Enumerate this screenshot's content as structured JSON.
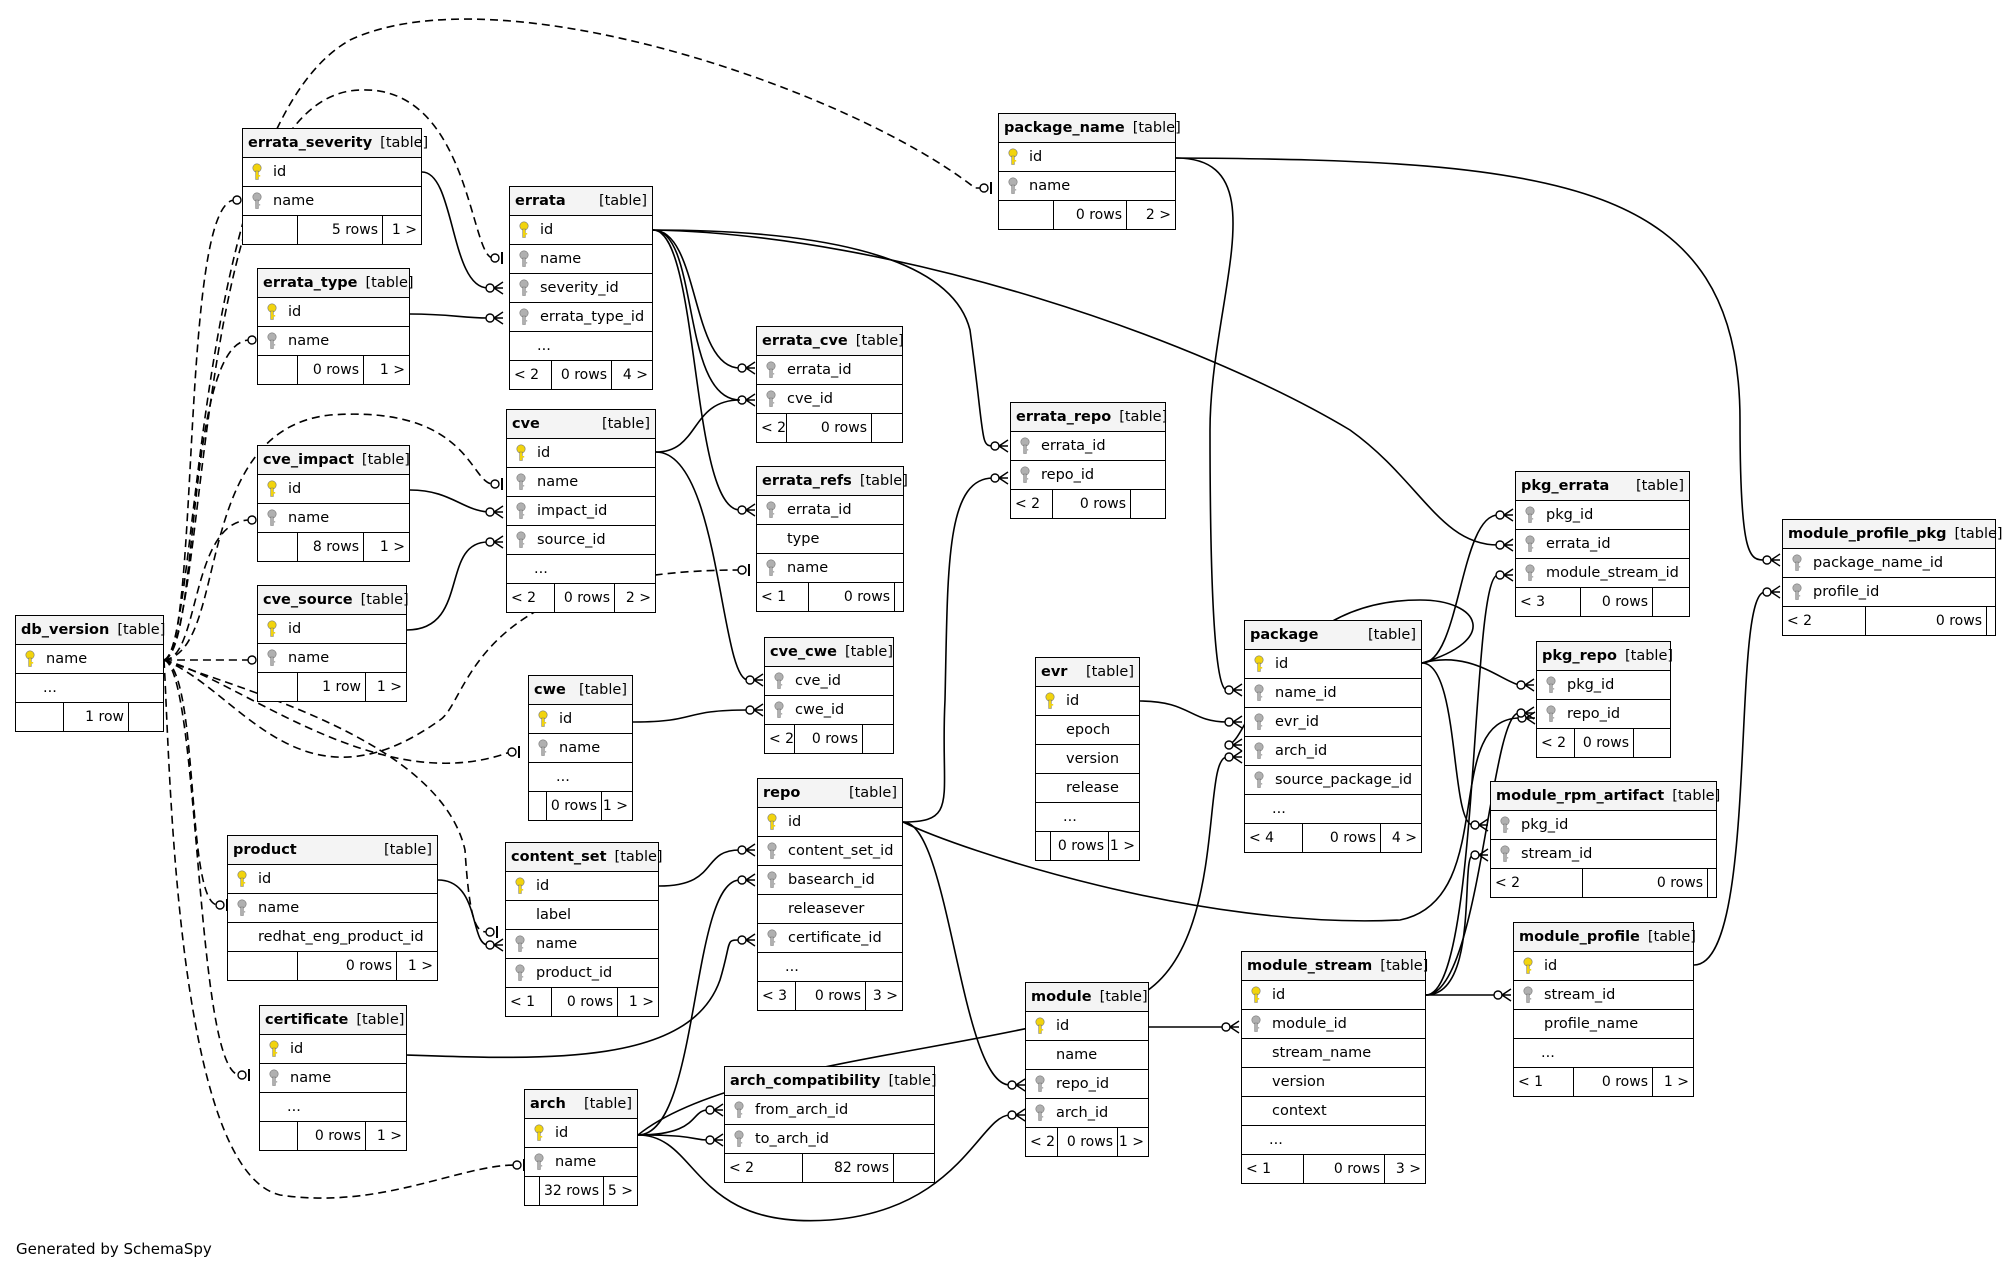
{
  "credit": "Generated by SchemaSpy",
  "colors": {
    "primary_key": "#f2d40d",
    "foreign_key": "#b0b0b0",
    "line": "#000000",
    "header_bg": "#f4f4f4"
  },
  "tables": [
    {
      "name": "errata_severity",
      "type": "[table]",
      "columns": [
        {
          "name": "id",
          "icon": "primary-key"
        },
        {
          "name": "name",
          "icon": "foreign-key"
        }
      ],
      "footer": {
        "parents": "",
        "rows": "5 rows",
        "children": "1 >"
      }
    },
    {
      "name": "errata_type",
      "type": "[table]",
      "columns": [
        {
          "name": "id",
          "icon": "primary-key"
        },
        {
          "name": "name",
          "icon": "foreign-key"
        }
      ],
      "footer": {
        "parents": "",
        "rows": "0 rows",
        "children": "1 >"
      }
    },
    {
      "name": "cve_impact",
      "type": "[table]",
      "columns": [
        {
          "name": "id",
          "icon": "primary-key"
        },
        {
          "name": "name",
          "icon": "foreign-key"
        }
      ],
      "footer": {
        "parents": "",
        "rows": "8 rows",
        "children": "1 >"
      }
    },
    {
      "name": "cve_source",
      "type": "[table]",
      "columns": [
        {
          "name": "id",
          "icon": "primary-key"
        },
        {
          "name": "name",
          "icon": "foreign-key"
        }
      ],
      "footer": {
        "parents": "",
        "rows": "1 row",
        "children": "1 >"
      }
    },
    {
      "name": "db_version",
      "type": "[table]",
      "columns": [
        {
          "name": "name",
          "icon": "primary-key"
        },
        {
          "name": "...",
          "icon": "none"
        }
      ],
      "footer": {
        "parents": "",
        "rows": "1 row",
        "children": ""
      }
    },
    {
      "name": "product",
      "type": "[table]",
      "columns": [
        {
          "name": "id",
          "icon": "primary-key"
        },
        {
          "name": "name",
          "icon": "foreign-key"
        },
        {
          "name": "redhat_eng_product_id",
          "icon": "none"
        }
      ],
      "footer": {
        "parents": "",
        "rows": "0 rows",
        "children": "1 >"
      }
    },
    {
      "name": "certificate",
      "type": "[table]",
      "columns": [
        {
          "name": "id",
          "icon": "primary-key"
        },
        {
          "name": "name",
          "icon": "foreign-key"
        },
        {
          "name": "...",
          "icon": "none"
        }
      ],
      "footer": {
        "parents": "",
        "rows": "0 rows",
        "children": "1 >"
      }
    },
    {
      "name": "errata",
      "type": "[table]",
      "columns": [
        {
          "name": "id",
          "icon": "primary-key"
        },
        {
          "name": "name",
          "icon": "foreign-key"
        },
        {
          "name": "severity_id",
          "icon": "foreign-key"
        },
        {
          "name": "errata_type_id",
          "icon": "foreign-key"
        },
        {
          "name": "...",
          "icon": "none"
        }
      ],
      "footer": {
        "parents": "< 2",
        "rows": "0 rows",
        "children": "4 >"
      }
    },
    {
      "name": "cve",
      "type": "[table]",
      "columns": [
        {
          "name": "id",
          "icon": "primary-key"
        },
        {
          "name": "name",
          "icon": "foreign-key"
        },
        {
          "name": "impact_id",
          "icon": "foreign-key"
        },
        {
          "name": "source_id",
          "icon": "foreign-key"
        },
        {
          "name": "...",
          "icon": "none"
        }
      ],
      "footer": {
        "parents": "< 2",
        "rows": "0 rows",
        "children": "2 >"
      }
    },
    {
      "name": "cwe",
      "type": "[table]",
      "columns": [
        {
          "name": "id",
          "icon": "primary-key"
        },
        {
          "name": "name",
          "icon": "foreign-key"
        },
        {
          "name": "...",
          "icon": "none"
        }
      ],
      "footer": {
        "parents": "",
        "rows": "0 rows",
        "children": "1 >"
      }
    },
    {
      "name": "content_set",
      "type": "[table]",
      "columns": [
        {
          "name": "id",
          "icon": "primary-key"
        },
        {
          "name": "label",
          "icon": "none"
        },
        {
          "name": "name",
          "icon": "foreign-key"
        },
        {
          "name": "product_id",
          "icon": "foreign-key"
        }
      ],
      "footer": {
        "parents": "< 1",
        "rows": "0 rows",
        "children": "1 >"
      }
    },
    {
      "name": "arch",
      "type": "[table]",
      "columns": [
        {
          "name": "id",
          "icon": "primary-key"
        },
        {
          "name": "name",
          "icon": "foreign-key"
        }
      ],
      "footer": {
        "parents": "",
        "rows": "32 rows",
        "children": "5 >"
      }
    },
    {
      "name": "errata_cve",
      "type": "[table]",
      "columns": [
        {
          "name": "errata_id",
          "icon": "foreign-key"
        },
        {
          "name": "cve_id",
          "icon": "foreign-key"
        }
      ],
      "footer": {
        "parents": "< 2",
        "rows": "0 rows",
        "children": ""
      }
    },
    {
      "name": "errata_refs",
      "type": "[table]",
      "columns": [
        {
          "name": "errata_id",
          "icon": "foreign-key"
        },
        {
          "name": "type",
          "icon": "none"
        },
        {
          "name": "name",
          "icon": "foreign-key"
        }
      ],
      "footer": {
        "parents": "< 1",
        "rows": "0 rows",
        "children": ""
      }
    },
    {
      "name": "cve_cwe",
      "type": "[table]",
      "columns": [
        {
          "name": "cve_id",
          "icon": "foreign-key"
        },
        {
          "name": "cwe_id",
          "icon": "foreign-key"
        }
      ],
      "footer": {
        "parents": "< 2",
        "rows": "0 rows",
        "children": ""
      }
    },
    {
      "name": "repo",
      "type": "[table]",
      "columns": [
        {
          "name": "id",
          "icon": "primary-key"
        },
        {
          "name": "content_set_id",
          "icon": "foreign-key"
        },
        {
          "name": "basearch_id",
          "icon": "foreign-key"
        },
        {
          "name": "releasever",
          "icon": "none"
        },
        {
          "name": "certificate_id",
          "icon": "foreign-key"
        },
        {
          "name": "...",
          "icon": "none"
        }
      ],
      "footer": {
        "parents": "< 3",
        "rows": "0 rows",
        "children": "3 >"
      }
    },
    {
      "name": "arch_compatibility",
      "type": "[table]",
      "columns": [
        {
          "name": "from_arch_id",
          "icon": "foreign-key"
        },
        {
          "name": "to_arch_id",
          "icon": "foreign-key"
        }
      ],
      "footer": {
        "parents": "< 2",
        "rows": "82 rows",
        "children": ""
      }
    },
    {
      "name": "package_name",
      "type": "[table]",
      "columns": [
        {
          "name": "id",
          "icon": "primary-key"
        },
        {
          "name": "name",
          "icon": "foreign-key"
        }
      ],
      "footer": {
        "parents": "",
        "rows": "0 rows",
        "children": "2 >"
      }
    },
    {
      "name": "errata_repo",
      "type": "[table]",
      "columns": [
        {
          "name": "errata_id",
          "icon": "foreign-key"
        },
        {
          "name": "repo_id",
          "icon": "foreign-key"
        }
      ],
      "footer": {
        "parents": "< 2",
        "rows": "0 rows",
        "children": ""
      }
    },
    {
      "name": "evr",
      "type": "[table]",
      "columns": [
        {
          "name": "id",
          "icon": "primary-key"
        },
        {
          "name": "epoch",
          "icon": "none"
        },
        {
          "name": "version",
          "icon": "none"
        },
        {
          "name": "release",
          "icon": "none"
        },
        {
          "name": "...",
          "icon": "none"
        }
      ],
      "footer": {
        "parents": "",
        "rows": "0 rows",
        "children": "1 >"
      }
    },
    {
      "name": "module",
      "type": "[table]",
      "columns": [
        {
          "name": "id",
          "icon": "primary-key"
        },
        {
          "name": "name",
          "icon": "none"
        },
        {
          "name": "repo_id",
          "icon": "foreign-key"
        },
        {
          "name": "arch_id",
          "icon": "foreign-key"
        }
      ],
      "footer": {
        "parents": "< 2",
        "rows": "0 rows",
        "children": "1 >"
      }
    },
    {
      "name": "package",
      "type": "[table]",
      "columns": [
        {
          "name": "id",
          "icon": "primary-key"
        },
        {
          "name": "name_id",
          "icon": "foreign-key"
        },
        {
          "name": "evr_id",
          "icon": "foreign-key"
        },
        {
          "name": "arch_id",
          "icon": "foreign-key"
        },
        {
          "name": "source_package_id",
          "icon": "foreign-key"
        },
        {
          "name": "...",
          "icon": "none"
        }
      ],
      "footer": {
        "parents": "< 4",
        "rows": "0 rows",
        "children": "4 >"
      }
    },
    {
      "name": "module_stream",
      "type": "[table]",
      "columns": [
        {
          "name": "id",
          "icon": "primary-key"
        },
        {
          "name": "module_id",
          "icon": "foreign-key"
        },
        {
          "name": "stream_name",
          "icon": "none"
        },
        {
          "name": "version",
          "icon": "none"
        },
        {
          "name": "context",
          "icon": "none"
        },
        {
          "name": "...",
          "icon": "none"
        }
      ],
      "footer": {
        "parents": "< 1",
        "rows": "0 rows",
        "children": "3 >"
      }
    },
    {
      "name": "pkg_errata",
      "type": "[table]",
      "columns": [
        {
          "name": "pkg_id",
          "icon": "foreign-key"
        },
        {
          "name": "errata_id",
          "icon": "foreign-key"
        },
        {
          "name": "module_stream_id",
          "icon": "foreign-key"
        }
      ],
      "footer": {
        "parents": "< 3",
        "rows": "0 rows",
        "children": ""
      }
    },
    {
      "name": "pkg_repo",
      "type": "[table]",
      "columns": [
        {
          "name": "pkg_id",
          "icon": "foreign-key"
        },
        {
          "name": "repo_id",
          "icon": "foreign-key"
        }
      ],
      "footer": {
        "parents": "< 2",
        "rows": "0 rows",
        "children": ""
      }
    },
    {
      "name": "module_rpm_artifact",
      "type": "[table]",
      "columns": [
        {
          "name": "pkg_id",
          "icon": "foreign-key"
        },
        {
          "name": "stream_id",
          "icon": "foreign-key"
        }
      ],
      "footer": {
        "parents": "< 2",
        "rows": "0 rows",
        "children": ""
      }
    },
    {
      "name": "module_profile",
      "type": "[table]",
      "columns": [
        {
          "name": "id",
          "icon": "primary-key"
        },
        {
          "name": "stream_id",
          "icon": "foreign-key"
        },
        {
          "name": "profile_name",
          "icon": "none"
        },
        {
          "name": "...",
          "icon": "none"
        }
      ],
      "footer": {
        "parents": "< 1",
        "rows": "0 rows",
        "children": "1 >"
      }
    },
    {
      "name": "module_profile_pkg",
      "type": "[table]",
      "columns": [
        {
          "name": "package_name_id",
          "icon": "foreign-key"
        },
        {
          "name": "profile_id",
          "icon": "foreign-key"
        }
      ],
      "footer": {
        "parents": "< 2",
        "rows": "0 rows",
        "children": ""
      }
    }
  ]
}
